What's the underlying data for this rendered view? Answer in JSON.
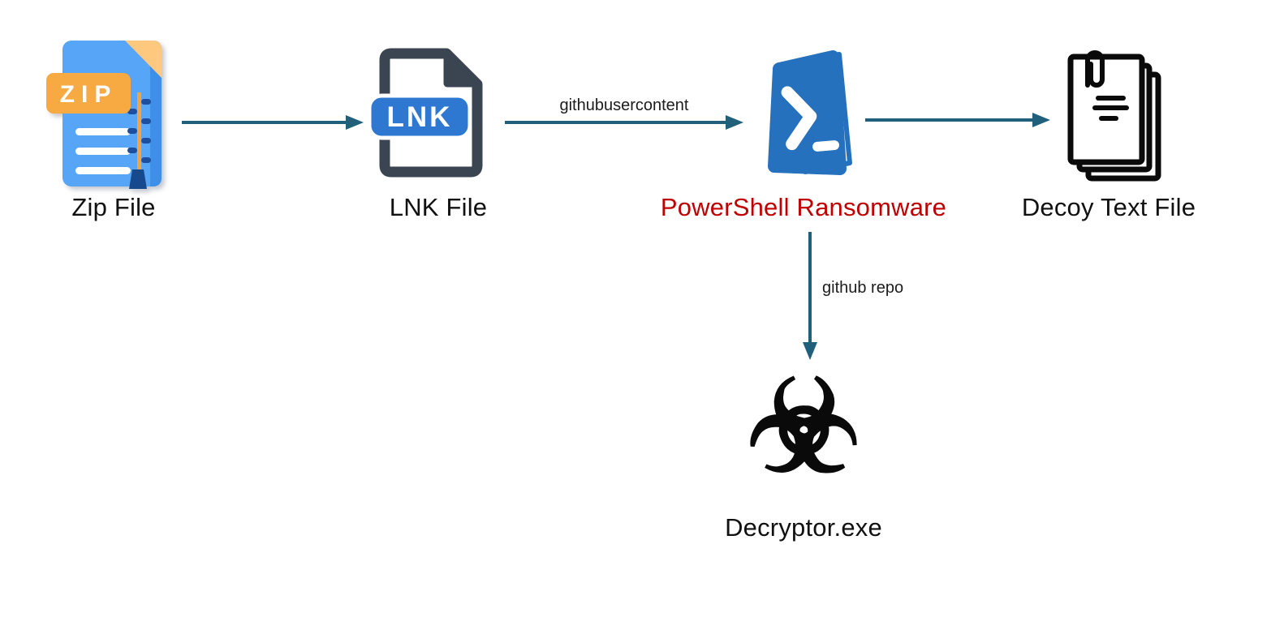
{
  "diagram": {
    "description": "Ransomware infection chain flow diagram",
    "nodes": [
      {
        "id": "zip",
        "label": "Zip File"
      },
      {
        "id": "lnk",
        "label": "LNK File"
      },
      {
        "id": "powershell",
        "label": "PowerShell Ransomware"
      },
      {
        "id": "decoy",
        "label": "Decoy Text File"
      },
      {
        "id": "decryptor",
        "label": "Decryptor.exe"
      }
    ],
    "edges": [
      {
        "from": "zip",
        "to": "lnk",
        "label": ""
      },
      {
        "from": "lnk",
        "to": "powershell",
        "label": "githubusercontent"
      },
      {
        "from": "powershell",
        "to": "decoy",
        "label": ""
      },
      {
        "from": "powershell",
        "to": "decryptor",
        "label": "github repo"
      }
    ],
    "icons": {
      "zip_badge": "ZIP",
      "lnk_badge": "LNK",
      "biohazard_glyph": "☣"
    },
    "colors": {
      "arrow": "#20607A",
      "node_label": "#111111",
      "ransomware_label": "#C00000",
      "edge_label": "#1c1c1c",
      "powershell_blue": "#2671BE",
      "zip_body_blue": "#57A5F6",
      "zip_edge_blue": "#3E8FE8",
      "zip_fold_peach": "#FFC87F",
      "zip_badge_orange": "#F7A942",
      "zip_zipper_navy": "#1D4FA0",
      "lnk_dark": "#3A4551",
      "lnk_badge_blue": "#2E78D2",
      "decoy_black": "#0a0a0a",
      "background": "#ffffff"
    }
  }
}
